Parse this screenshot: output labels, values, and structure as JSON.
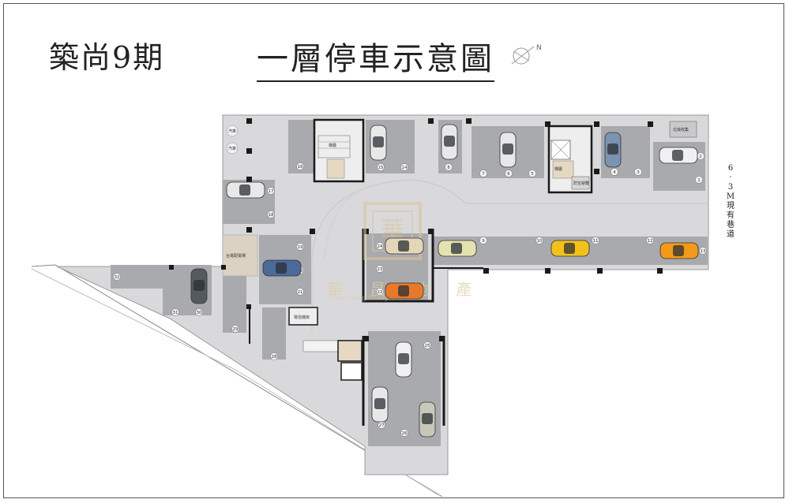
{
  "header": {
    "project_name": "築尚9期",
    "title": "一層停車示意圖",
    "compass_label": "N"
  },
  "road_label": [
    "6",
    "·",
    "3",
    "M",
    "現",
    "有",
    "巷",
    "道"
  ],
  "rooms": {
    "power_room": "台電配電場",
    "meter_room": "電信機房",
    "shelter": "防空避難",
    "trash": "垃圾收集",
    "stair_a": "梯廳",
    "stair_b": "梯廳",
    "garage_sign_a": "汽車",
    "garage_sign_b": "汽車"
  },
  "watermark": {
    "cn": "華 昌 地 產",
    "en": "Hua Chang Realty Co., Ltd."
  },
  "colors": {
    "floor": "#d9d9db",
    "slot": "#a9aaad",
    "wall": "#1a1a1a",
    "power_room": "#dcd2c4"
  },
  "slots": [
    {
      "no": "1"
    },
    {
      "no": "2"
    },
    {
      "no": "3"
    },
    {
      "no": "4"
    },
    {
      "no": "5"
    },
    {
      "no": "6"
    },
    {
      "no": "7"
    },
    {
      "no": "8"
    },
    {
      "no": "9"
    },
    {
      "no": "10"
    },
    {
      "no": "11"
    },
    {
      "no": "12"
    },
    {
      "no": "13"
    },
    {
      "no": "14"
    },
    {
      "no": "15"
    },
    {
      "no": "16"
    },
    {
      "no": "17"
    },
    {
      "no": "18"
    },
    {
      "no": "19"
    },
    {
      "no": "20"
    },
    {
      "no": "21"
    },
    {
      "no": "22"
    },
    {
      "no": "23"
    },
    {
      "no": "24"
    },
    {
      "no": "25"
    },
    {
      "no": "26"
    },
    {
      "no": "27"
    },
    {
      "no": "28"
    },
    {
      "no": "29"
    },
    {
      "no": "30"
    },
    {
      "no": "31"
    },
    {
      "no": "32"
    }
  ]
}
